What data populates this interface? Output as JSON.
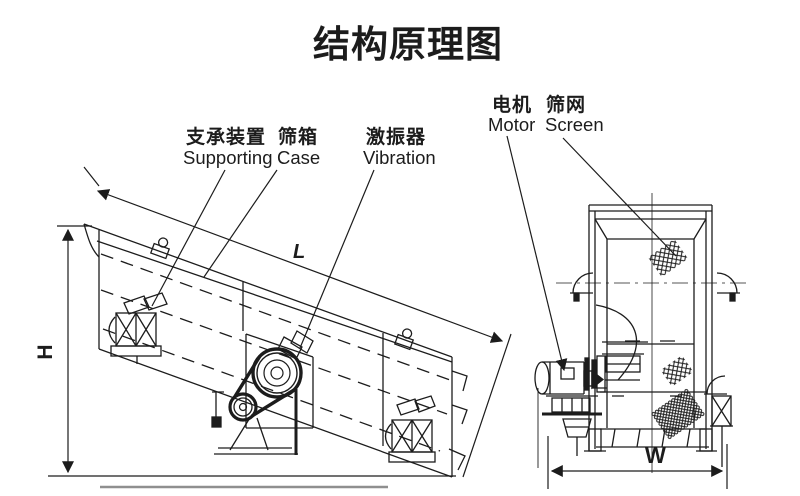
{
  "title": "结构原理图",
  "colors": {
    "line": "#1c1c1c",
    "background": "#ffffff",
    "ground_shadow": "#8f8f8f"
  },
  "labels": {
    "supporting": {
      "zh": "支承装置",
      "en": "Supporting"
    },
    "case": {
      "zh": "筛箱",
      "en": "Case"
    },
    "vibration": {
      "zh": "激振器",
      "en": "Vibration"
    },
    "motor": {
      "zh": "电机",
      "en": "Motor"
    },
    "screen": {
      "zh": "筛网",
      "en": "Screen"
    }
  },
  "dimensions": {
    "length": "L",
    "height": "H",
    "width": "W"
  }
}
